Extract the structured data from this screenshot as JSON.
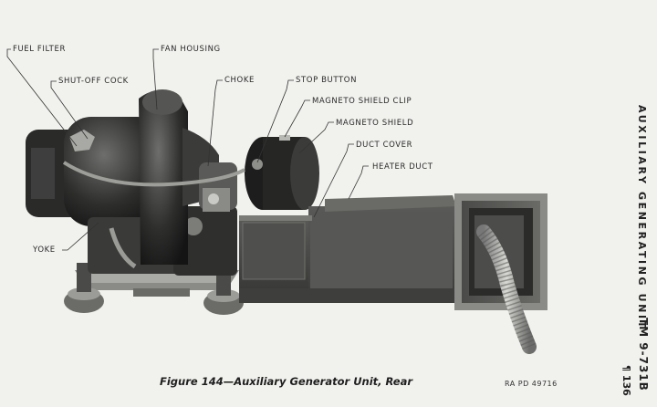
{
  "figure": {
    "caption": "Figure 144—Auxiliary Generator Unit, Rear",
    "photo_reference": "RA PD 49716"
  },
  "callouts": {
    "fuel_filter": "FUEL FILTER",
    "shut_off_cock": "SHUT-OFF COCK",
    "fan_housing": "FAN HOUSING",
    "choke": "CHOKE",
    "stop_button": "STOP BUTTON",
    "magneto_shield_clip": "MAGNETO SHIELD CLIP",
    "magneto_shield": "MAGNETO SHIELD",
    "duct_cover": "DUCT COVER",
    "heater_duct": "HEATER DUCT",
    "yoke": "YOKE"
  },
  "margin": {
    "section_title": "AUXILIARY GENERATING UNIT",
    "manual_number": "TM 9-731B",
    "paragraph": "¶ 136"
  }
}
